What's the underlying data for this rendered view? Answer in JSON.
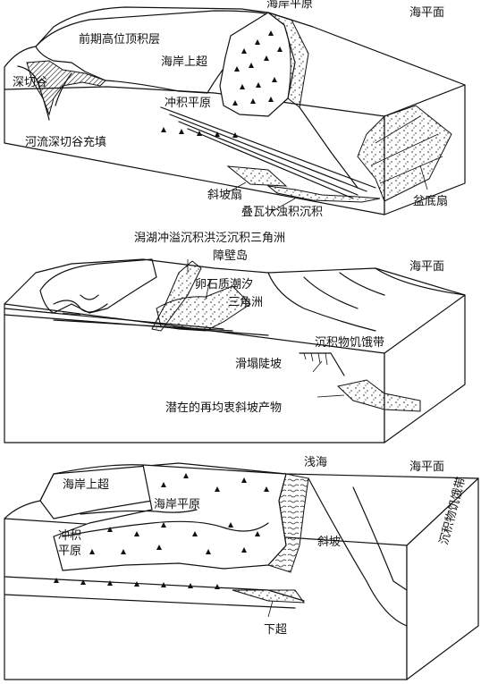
{
  "panel1": {
    "labels": {
      "coastal_plain": "海岸平原",
      "sea_level": "海平面",
      "early_hst": "前期高位顶积层",
      "coastal_onlap": "海岸上超",
      "incised_valley": "深切谷",
      "alluvial_plain": "冲积平原",
      "valley_fill": "河流深切谷充填",
      "slope_fan": "斜坡扇",
      "basin_fan": "盆底扇",
      "imbricate_turbidites": "叠瓦状浊积沉积"
    }
  },
  "panel2": {
    "labels": {
      "header": "潟湖冲溢沉积洪泛沉积三角洲",
      "barrier_island": "障壁岛",
      "sea_level": "海平面",
      "gravel_tidal_delta_1": "卵石质潮汐",
      "gravel_tidal_delta_2": "三角洲",
      "sediment_starved": "沉积物饥饿带",
      "slump_slope": "滑塌陡坡",
      "reworked_slope": "潜在的再均衷斜坡产物"
    }
  },
  "panel3": {
    "labels": {
      "coastal_onlap": "海岸上超",
      "shallow_sea": "浅海",
      "sea_level": "海平面",
      "coastal_plain": "海岸平原",
      "alluvial_plain_1": "冲积",
      "alluvial_plain_2": "平原",
      "slope": "斜坡",
      "downlap": "下超",
      "sediment_starved": "沉积物饥饿带"
    }
  }
}
